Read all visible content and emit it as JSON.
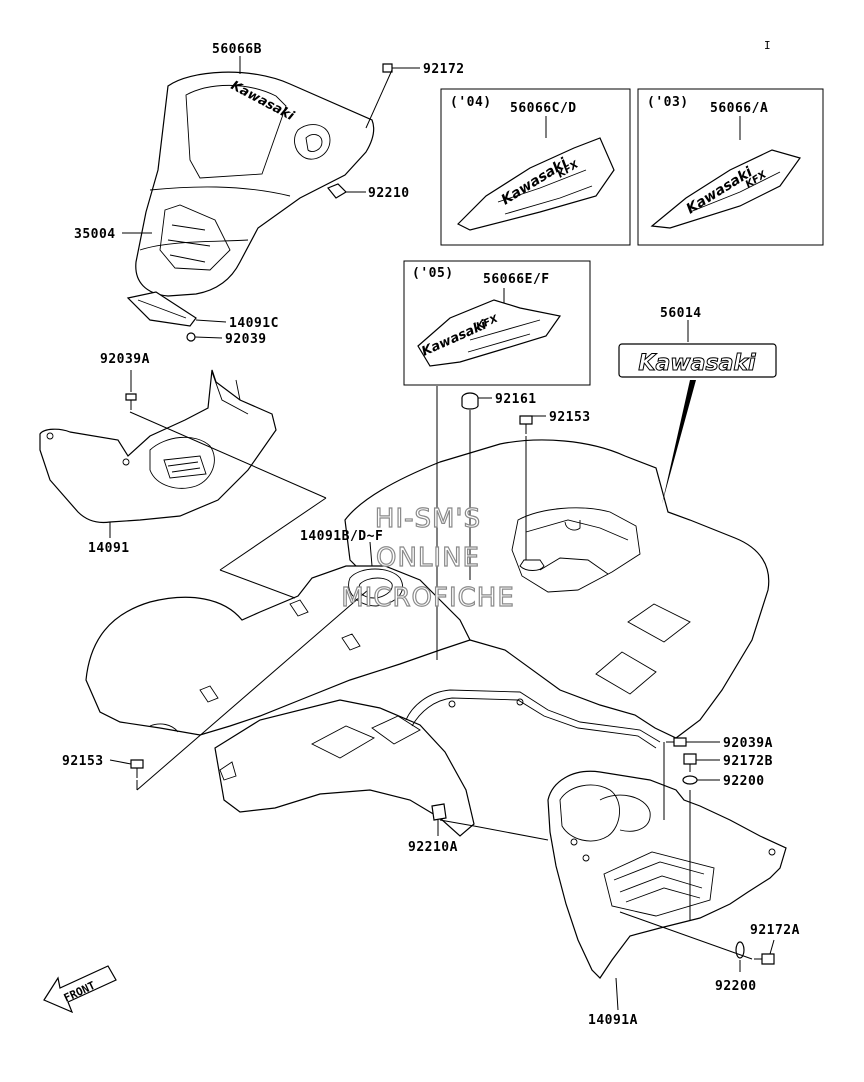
{
  "page_marker": "I",
  "parts": {
    "p56066B": "56066B",
    "p92172": "92172",
    "p92210": "92210",
    "p35004": "35004",
    "p14091C": "14091C",
    "p92039": "92039",
    "p92039A_top": "92039A",
    "p14091": "14091",
    "p14091BDF": "14091B/D~F",
    "p92153_left": "92153",
    "p92210A": "92210A",
    "p92161": "92161",
    "p92153_center": "92153",
    "p56014": "56014",
    "p92039A_right": "92039A",
    "p92172B": "92172B",
    "p92200_right": "92200",
    "p92172A": "92172A",
    "p92200_bottom": "92200",
    "p14091A": "14091A"
  },
  "insets": {
    "year04": "('04)",
    "part04": "56066C/D",
    "year03": "('03)",
    "part03": "56066/A",
    "year05": "('05)",
    "part05": "56066E/F"
  },
  "decals": {
    "brand_emblem": "Kawasaki",
    "brand_small": "Kawasaki",
    "model_mark": "KFX"
  },
  "watermark": {
    "line1": "HI-SM'S",
    "line2": "ONLINE",
    "line3": "MICROFICHE"
  },
  "front_marker": "FRONT",
  "colors": {
    "ink": "#000000",
    "paper": "#ffffff",
    "watermark": "#8a8a8a"
  }
}
